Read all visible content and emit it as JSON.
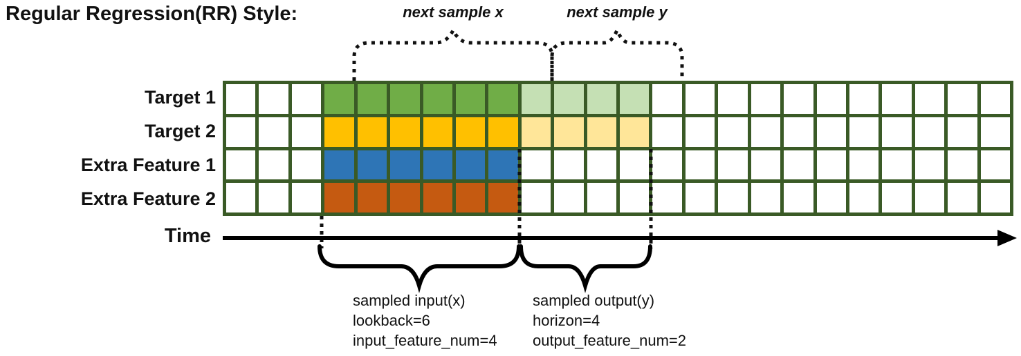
{
  "title": "Regular Regression(RR) Style:",
  "colors": {
    "grid_border": "#3A5A26",
    "empty_cell": "#FFFFFF",
    "target1_input": "#70AD47",
    "target1_output": "#C5E0B4",
    "target2_input": "#FFC000",
    "target2_output": "#FFE699",
    "extra1_input": "#2E75B6",
    "extra2_input": "#C55A11",
    "annotation": "#111111"
  },
  "grid": {
    "columns": 24,
    "input_start": 3,
    "input_length": 6,
    "output_length": 4,
    "rows": [
      {
        "label": "Target 1",
        "input_color": "#70AD47",
        "output_color": "#C5E0B4",
        "has_output": true
      },
      {
        "label": "Target 2",
        "input_color": "#FFC000",
        "output_color": "#FFE699",
        "has_output": true
      },
      {
        "label": "Extra Feature 1",
        "input_color": "#2E75B6",
        "output_color": null,
        "has_output": false
      },
      {
        "label": "Extra Feature 2",
        "input_color": "#C55A11",
        "output_color": null,
        "has_output": false
      }
    ]
  },
  "annotations": {
    "next_sample_x": "next sample x",
    "next_sample_y": "next sample y",
    "time_label": "Time",
    "input_lines": [
      "sampled input(x)",
      "lookback=6",
      "input_feature_num=4"
    ],
    "output_lines": [
      "sampled output(y)",
      "horizon=4",
      "output_feature_num=2"
    ]
  }
}
